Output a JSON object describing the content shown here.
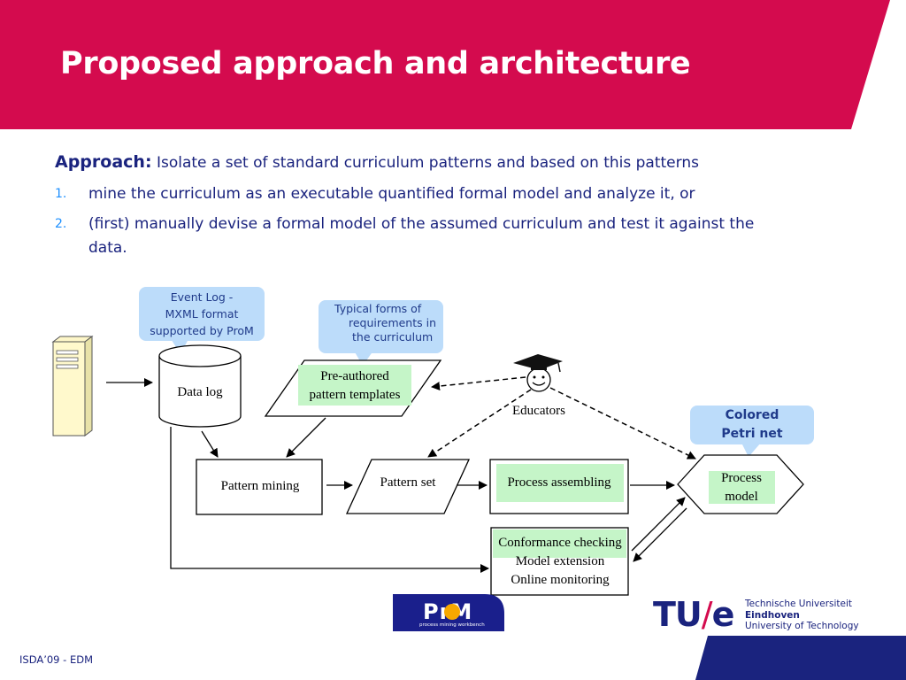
{
  "slide": {
    "title": "Proposed approach and architecture",
    "header_color": "#d40b4e",
    "text_color": "#1a237e"
  },
  "approach": {
    "lead": "Approach:",
    "text": "Isolate a set of standard  curriculum patterns and based on this patterns"
  },
  "steps": [
    {
      "num": "1.",
      "text": " mine the curriculum as an executable quantified formal model and analyze it, or"
    },
    {
      "num": "2.",
      "text": "(first) manually devise a formal model of the assumed curriculum and test it against the data."
    }
  ],
  "callouts": {
    "event_log": [
      "Event Log -",
      "MXML format",
      "supported by ProM"
    ],
    "typical_forms": [
      "Typical forms of",
      "requirements in",
      "the curriculum"
    ],
    "colored": [
      "Colored",
      "Petri net"
    ]
  },
  "diagram": {
    "data_log": "Data log",
    "pre_authored": [
      "Pre-authored",
      "pattern templates"
    ],
    "educators": "Educators",
    "pattern_mining": "Pattern mining",
    "pattern_set": "Pattern set",
    "process_assembling": "Process assembling",
    "process_model": [
      "Process",
      "model"
    ],
    "conformance_checking": "Conformance checking",
    "model_extension": "Model extension",
    "online_monitoring": "Online monitoring"
  },
  "logos": {
    "prom": "PrM",
    "prom_tagline": "process mining workbench",
    "tue_mark": "TU/e",
    "tue_lines": [
      "Technische Universiteit",
      "Eindhoven",
      "University of Technology"
    ]
  },
  "footer": "ISDA’09 - EDM"
}
